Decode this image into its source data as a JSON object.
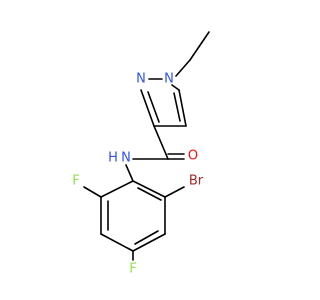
{
  "molecule": {
    "atoms": {
      "n1": "N",
      "n2": "N",
      "o": "O",
      "nh_n": "N",
      "nh_h": "H",
      "br": "Br",
      "f_left": "F",
      "f_bottom": "F"
    },
    "colors": {
      "bond": "#000000",
      "nitrogen": "#3050F8",
      "oxygen": "#FF0D0D",
      "bromine": "#A62929",
      "fluorine": "#90E050"
    }
  }
}
